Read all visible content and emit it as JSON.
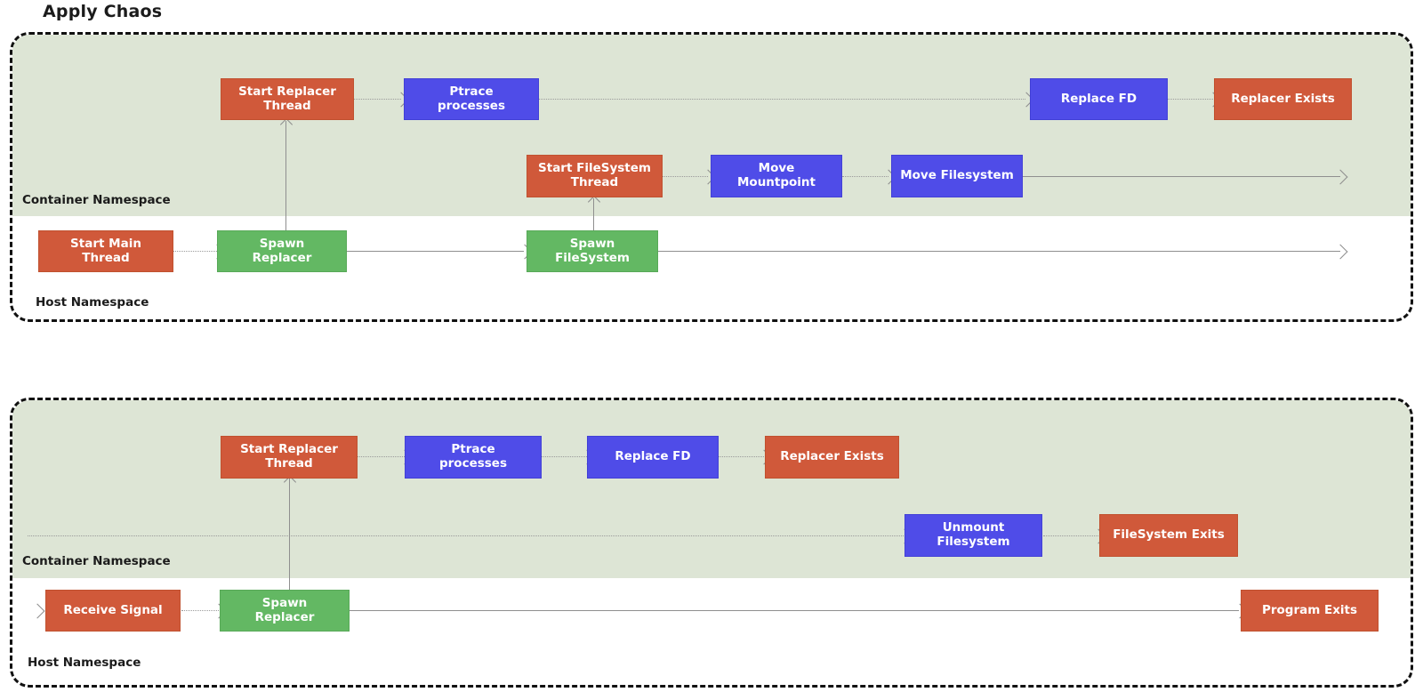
{
  "title": "Apply Chaos",
  "colors": {
    "orange": "#d0593a",
    "blue": "#4f4ce8",
    "green": "#63b863",
    "namespace_band": "#dde5d5",
    "panel_border": "#111111",
    "edge": "#9a9a9a",
    "text_on_node": "#ffffff",
    "label_text": "#1b1b1b"
  },
  "panels": [
    {
      "id": "apply-chaos-panel",
      "namespaces": [
        {
          "id": "container",
          "label": "Container Namespace"
        },
        {
          "id": "host",
          "label": "Host Namespace"
        }
      ],
      "nodes": [
        {
          "id": "start-replacer-thread",
          "label": "Start Replacer\nThread",
          "type": "orange",
          "namespace": "container",
          "lane": 0
        },
        {
          "id": "ptrace-processes",
          "label": "Ptrace\nprocesses",
          "type": "blue",
          "namespace": "container",
          "lane": 0
        },
        {
          "id": "replace-fd",
          "label": "Replace FD",
          "type": "blue",
          "namespace": "container",
          "lane": 0
        },
        {
          "id": "replacer-exists",
          "label": "Replacer Exists",
          "type": "orange",
          "namespace": "container",
          "lane": 0
        },
        {
          "id": "start-filesystem-thread",
          "label": "Start FileSystem\nThread",
          "type": "orange",
          "namespace": "container",
          "lane": 1
        },
        {
          "id": "move-mountpoint",
          "label": "Move\nMountpoint",
          "type": "blue",
          "namespace": "container",
          "lane": 1
        },
        {
          "id": "move-filesystem",
          "label": "Move Filesystem",
          "type": "blue",
          "namespace": "container",
          "lane": 1
        },
        {
          "id": "start-main-thread",
          "label": "Start Main\nThread",
          "type": "orange",
          "namespace": "host",
          "lane": 2
        },
        {
          "id": "spawn-replacer",
          "label": "Spawn\nReplacer",
          "type": "green",
          "namespace": "host",
          "lane": 2
        },
        {
          "id": "spawn-filesystem",
          "label": "Spawn\nFileSystem",
          "type": "green",
          "namespace": "host",
          "lane": 2
        }
      ],
      "edges": [
        {
          "from": "start-replacer-thread",
          "to": "ptrace-processes"
        },
        {
          "from": "ptrace-processes",
          "to": "replace-fd"
        },
        {
          "from": "replace-fd",
          "to": "replacer-exists"
        },
        {
          "from": "start-filesystem-thread",
          "to": "move-mountpoint"
        },
        {
          "from": "move-mountpoint",
          "to": "move-filesystem"
        },
        {
          "from": "move-filesystem",
          "to": "lane-end"
        },
        {
          "from": "start-main-thread",
          "to": "spawn-replacer"
        },
        {
          "from": "spawn-replacer",
          "to": "spawn-filesystem"
        },
        {
          "from": "spawn-filesystem",
          "to": "lane-end"
        },
        {
          "from": "spawn-replacer",
          "to": "start-replacer-thread"
        },
        {
          "from": "spawn-filesystem",
          "to": "start-filesystem-thread"
        }
      ]
    },
    {
      "id": "recover-chaos-panel",
      "namespaces": [
        {
          "id": "container",
          "label": "Container Namespace"
        },
        {
          "id": "host",
          "label": "Host Namespace"
        }
      ],
      "nodes": [
        {
          "id": "start-replacer-thread-2",
          "label": "Start Replacer\nThread",
          "type": "orange",
          "namespace": "container",
          "lane": 0
        },
        {
          "id": "ptrace-processes-2",
          "label": "Ptrace\nprocesses",
          "type": "blue",
          "namespace": "container",
          "lane": 0
        },
        {
          "id": "replace-fd-2",
          "label": "Replace FD",
          "type": "blue",
          "namespace": "container",
          "lane": 0
        },
        {
          "id": "replacer-exists-2",
          "label": "Replacer Exists",
          "type": "orange",
          "namespace": "container",
          "lane": 0
        },
        {
          "id": "unmount-filesystem",
          "label": "Unmount\nFilesystem",
          "type": "blue",
          "namespace": "container",
          "lane": 1
        },
        {
          "id": "filesystem-exits",
          "label": "FileSystem Exits",
          "type": "orange",
          "namespace": "container",
          "lane": 1
        },
        {
          "id": "receive-signal",
          "label": "Receive Signal",
          "type": "orange",
          "namespace": "host",
          "lane": 2
        },
        {
          "id": "spawn-replacer-2",
          "label": "Spawn\nReplacer",
          "type": "green",
          "namespace": "host",
          "lane": 2
        },
        {
          "id": "program-exits",
          "label": "Program Exits",
          "type": "orange",
          "namespace": "host",
          "lane": 2
        }
      ],
      "edges": [
        {
          "from": "start-replacer-thread-2",
          "to": "ptrace-processes-2"
        },
        {
          "from": "ptrace-processes-2",
          "to": "replace-fd-2"
        },
        {
          "from": "replace-fd-2",
          "to": "replacer-exists-2"
        },
        {
          "from": "lane-start",
          "to": "unmount-filesystem"
        },
        {
          "from": "unmount-filesystem",
          "to": "filesystem-exits"
        },
        {
          "from": "lane-start",
          "to": "receive-signal"
        },
        {
          "from": "receive-signal",
          "to": "spawn-replacer-2"
        },
        {
          "from": "spawn-replacer-2",
          "to": "program-exits"
        },
        {
          "from": "spawn-replacer-2",
          "to": "start-replacer-thread-2"
        }
      ]
    }
  ]
}
